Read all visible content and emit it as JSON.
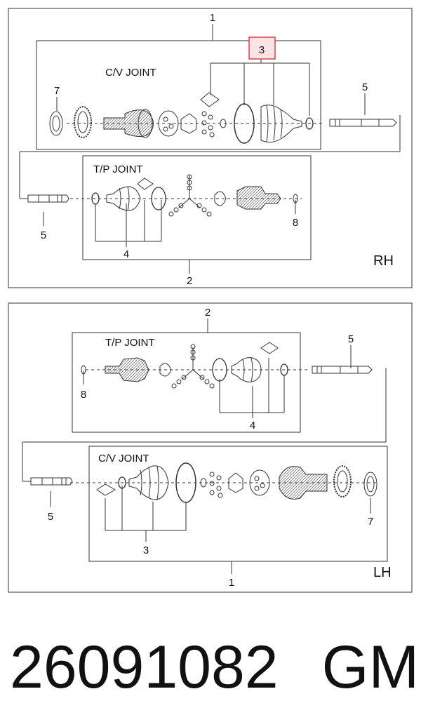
{
  "rh_panel": {
    "side": "RH",
    "cv_joint_title": "C/V JOINT",
    "tp_joint_title": "T/P JOINT",
    "callouts": {
      "c1": "1",
      "c2": "2",
      "c3": "3",
      "c4": "4",
      "c5a": "5",
      "c5b": "5",
      "c7": "7",
      "c8": "8"
    }
  },
  "lh_panel": {
    "side": "LH",
    "cv_joint_title": "C/V JOINT",
    "tp_joint_title": "T/P JOINT",
    "callouts": {
      "c1": "1",
      "c2": "2",
      "c3": "3",
      "c4": "4",
      "c5a": "5",
      "c5b": "5",
      "c7": "7",
      "c8": "8"
    }
  },
  "footer": {
    "part_number": "26091082",
    "brand": "GM"
  },
  "colors": {
    "line": "#333333",
    "highlight": "#d9434e",
    "highlight_fill": "#fbe3e4"
  }
}
